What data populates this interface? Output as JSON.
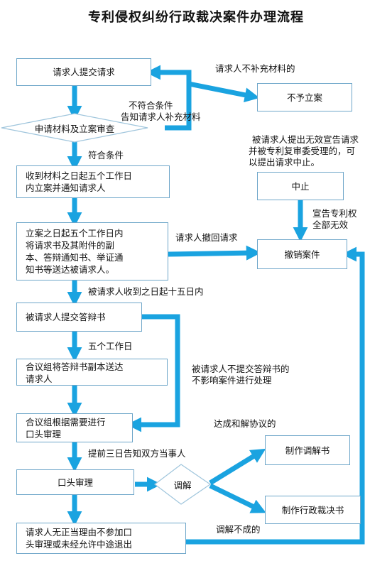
{
  "title": "专利侵权纠纷行政裁决案件办理流程",
  "boxes": {
    "submit_request": "请求人提交请求",
    "not_filed": "不予立案",
    "review": "申请材料及立案审查",
    "filing": [
      "收到材料之日起五个工作日",
      "内立案并通知请求人"
    ],
    "suspend": "中止",
    "send_copies": [
      "立案之日起五个工作日内",
      "将请求书及其附件的副",
      "本、答辩通知书、举证通",
      "知书等送达被请求人。"
    ],
    "withdraw_case": "撤销案件",
    "submit_defense": "被请求人提交答辩书",
    "panel_send": [
      "合议组将答辩书副本送达",
      "请求人"
    ],
    "oral_decide": [
      "合议组根据需要进行",
      "口头审理"
    ],
    "mediation_doc": "制作调解书",
    "oral_hearing": "口头审理",
    "mediation": "调解",
    "ruling_doc": "制作行政裁决书",
    "absent": [
      "请求人无正当理由不参加口",
      "头审理或未经允许中途退出"
    ]
  },
  "labels": {
    "no_supplement": "请求人不补充材料的",
    "not_qualified": [
      "不符合条件",
      "告知请求人补充材料"
    ],
    "invalid_request": [
      "被请求人提出无效宣告请求",
      "并被专利复审委受理的，可",
      "以提出请求中止。"
    ],
    "qualified": "符合条件",
    "patent_invalid": [
      "宣告专利权",
      "全部无效"
    ],
    "withdraw_request": "请求人撤回请求",
    "fifteen_days": "被请求人收到之日起十五日内",
    "five_days": "五个工作日",
    "no_defense": [
      "被请求人不提交答辩书的",
      "不影响案件进行处理"
    ],
    "agreement": "达成和解协议的",
    "notify_three_days": "提前三日告知双方当事人",
    "mediation_failed": "调解不成的"
  },
  "colors": {
    "arrow": "#1aa3e0",
    "box_border": "#6ea6c9",
    "diamond_border": "#9fc5dc"
  }
}
